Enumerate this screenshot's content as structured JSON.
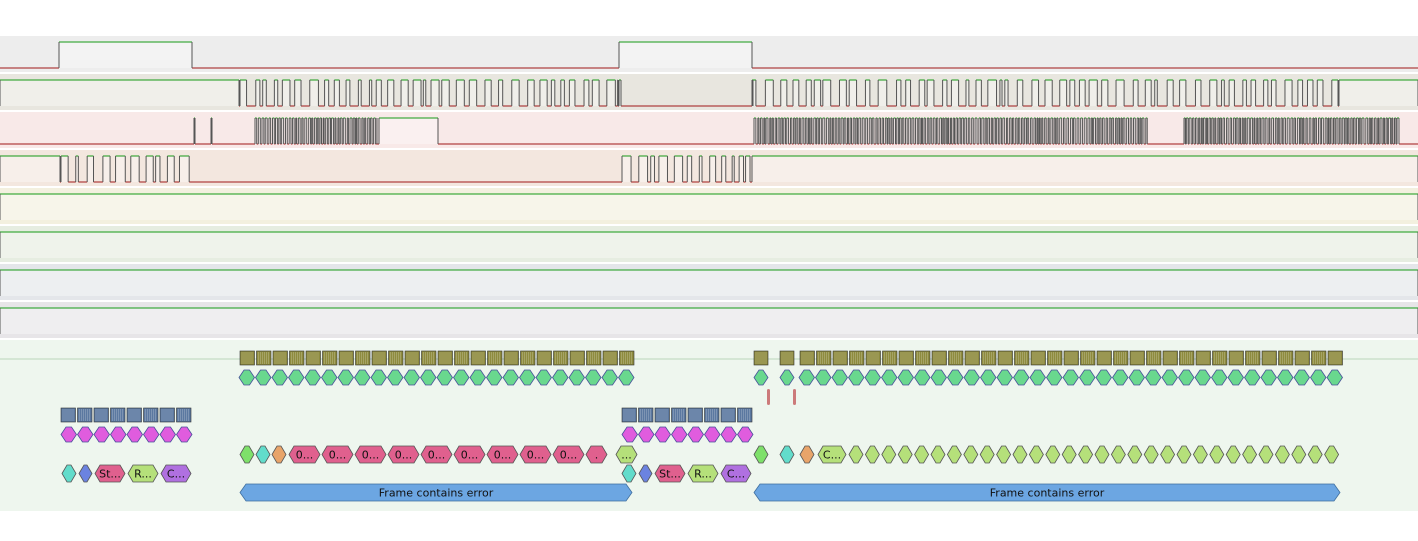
{
  "app": {
    "name": "logic-analyzer-waveform-view"
  },
  "colors": {
    "background": "#ffffff",
    "trace_high": "#169a16",
    "trace_low": "#a01818",
    "edge": "#555555",
    "lane_bg": [
      "#ededed",
      "#e8e6df",
      "#f8e9e8",
      "#f3e7df",
      "#f3f0df",
      "#e6ede1",
      "#e4e6ea",
      "#e7e5e8"
    ],
    "decoder_bg": "#eef6ee",
    "bits": "#8e8b3e",
    "bits_dark": "#5b78a0",
    "hex_green": "#69d88e",
    "hex_pink": "#e05cde",
    "hex_brown": "#8e7a4c",
    "hex_blue_edge": "#47509a",
    "annot_cyan": "#62dccb",
    "annot_blue": "#6b83e0",
    "annot_pink": "#e0608e",
    "annot_lime": "#b5e07a",
    "annot_purple": "#b070e0",
    "annot_orange": "#e8a46a",
    "annot_green": "#7ee06a",
    "frame_error": "#6ca6e2",
    "warn_mark": "#cc7a7a"
  },
  "decoder": {
    "start_label": "St...",
    "reg_label": "R...",
    "cmd_label": "C...",
    "cmd_short_label": "C...",
    "data_label": "0...",
    "more_label": "...",
    "frame_error_label": "Frame contains error"
  }
}
